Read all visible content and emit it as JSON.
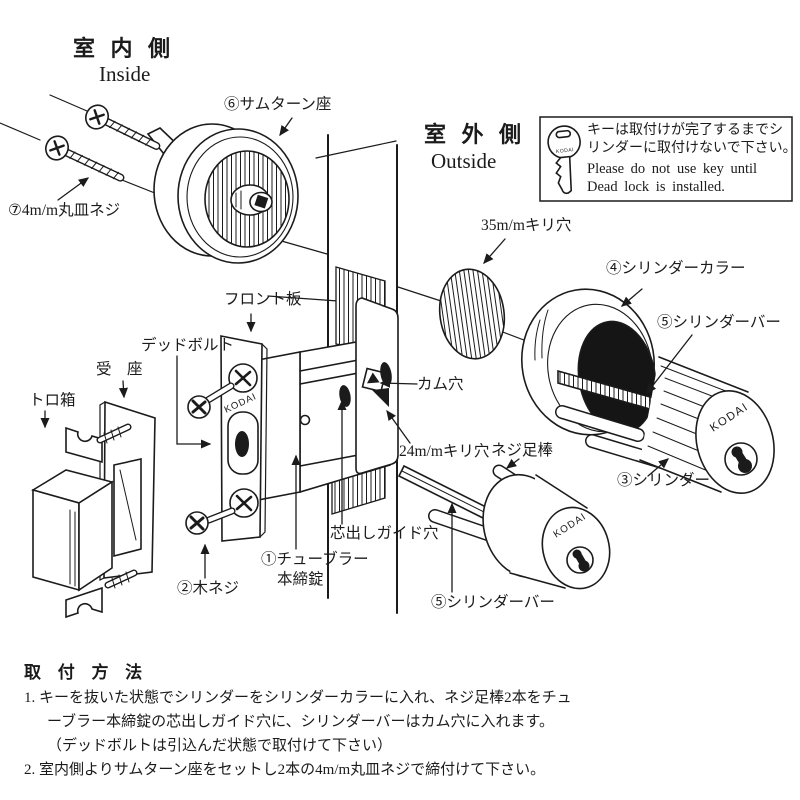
{
  "page": {
    "background": "#ffffff",
    "ink": "#1b1b1b"
  },
  "sides": {
    "inside_jp": "室 内 側",
    "inside_en": "Inside",
    "outside_jp": "室 外 側",
    "outside_en": "Outside"
  },
  "notice": {
    "jp_line1": "キーは取付けが完了するまでシ",
    "jp_line2": "リンダーに取付けないで下さい。",
    "en_line1": "Please  do  not  use  key  until",
    "en_line2": "Dead  lock  is  installed."
  },
  "brand": {
    "text": "KODAI"
  },
  "labels": {
    "thumbturn_seat": "⑥サムターン座",
    "round_screw": "⑦4m/m丸皿ネジ",
    "hole35": "35m/mキリ穴",
    "cylinder_collar": "④シリンダーカラー",
    "cylinder_bar_top": "⑤シリンダーバー",
    "leg_rod": "ネジ足棒",
    "cylinder": "③シリンダー",
    "hole24": "24m/mキリ穴",
    "cam_hole": "カム穴",
    "front_plate": "フロント板",
    "dead_bolt": "デッドボルト",
    "strike": "受　座",
    "mortar_box": "トロ箱",
    "guide_hole": "芯出しガイド穴",
    "tubular_line1": "①チューブラー",
    "tubular_line2": "本締錠",
    "wood_screw": "②木ネジ",
    "cylinder_bar_bottom": "⑤シリンダーバー"
  },
  "instructions": {
    "heading": "取 付 方 法",
    "step1_line1": "1. キーを抜いた状態でシリンダーをシリンダーカラーに入れ、ネジ足棒2本をチュ",
    "step1_line2": "ーブラー本締錠の芯出しガイド穴に、シリンダーバーはカム穴に入れます。",
    "step1_line3": "（デッドボルトは引込んだ状態で取付けて下さい）",
    "step2": "2. 室内側よりサムターン座をセットし2本の4m/m丸皿ネジで締付けて下さい。"
  }
}
